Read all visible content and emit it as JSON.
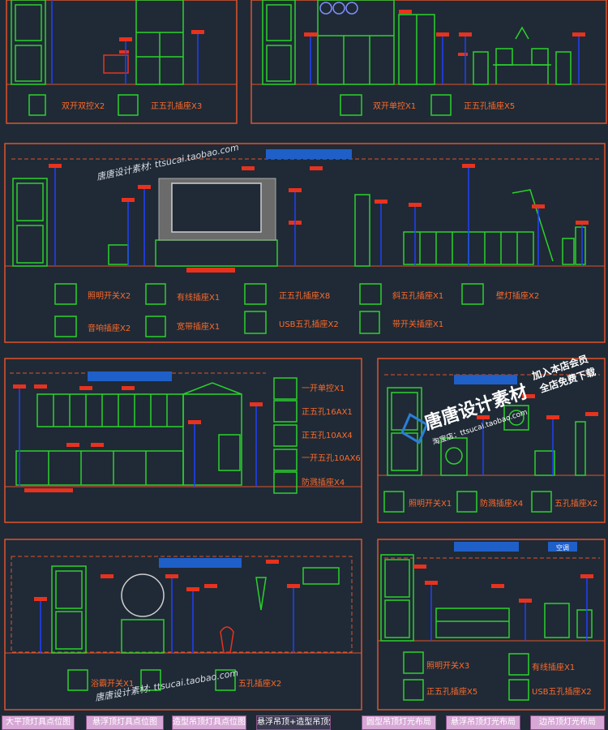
{
  "colors": {
    "background": "#1f2a36",
    "frame": "#e0522a",
    "green": "#2bd12b",
    "orange": "#ff6a2a",
    "red": "#e8321e",
    "blue": "#2040ff",
    "label_bar": "#1f5fc8"
  },
  "legends": {
    "p1": [
      "双开双控X2",
      "正五孔插座X3"
    ],
    "p2": [
      "双开单控X1",
      "正五孔插座X5"
    ],
    "p3": [
      "照明开关X2",
      "有线插座X1",
      "正五孔插座X8",
      "斜五孔插座X1",
      "壁灯插座X2",
      "音响插座X2",
      "宽带插座X1",
      "USB五孔插座X2",
      "带开关插座X1"
    ],
    "p4": [
      "一开单控X1",
      "正五孔16AX1",
      "正五孔10AX4",
      "一开五孔10AX6",
      "防溅插座X4"
    ],
    "p5": [
      "照明开关X1",
      "防溅插座X4",
      "五孔插座X2"
    ],
    "p6": [
      "浴霸开关X1",
      "五孔插座X2"
    ],
    "p7": [
      "照明开关X3",
      "有线插座X1",
      "正五孔插座X5",
      "USB五孔插座X2"
    ]
  },
  "watermarks": {
    "wm1": "唐唐设计素材: ttsucai.taobao.com",
    "wm2": "唐唐设计素材: ttsucai.taobao.com",
    "logo_name": "唐唐设计素材",
    "logo_sub": "淘宝店：ttsucai.taobao.com",
    "promo_line1": "加入本店会员",
    "promo_line2": "全店免费下载"
  },
  "tags": {
    "ac": "空调"
  },
  "tabs": [
    "大平顶灯具点位图",
    "悬浮顶灯具点位图",
    "造型吊顶灯具点位图",
    "悬浮吊顶+造型吊顶灯具点位图",
    "圆型吊顶灯光布局",
    "悬浮吊顶灯光布局",
    "边吊顶灯光布局"
  ]
}
